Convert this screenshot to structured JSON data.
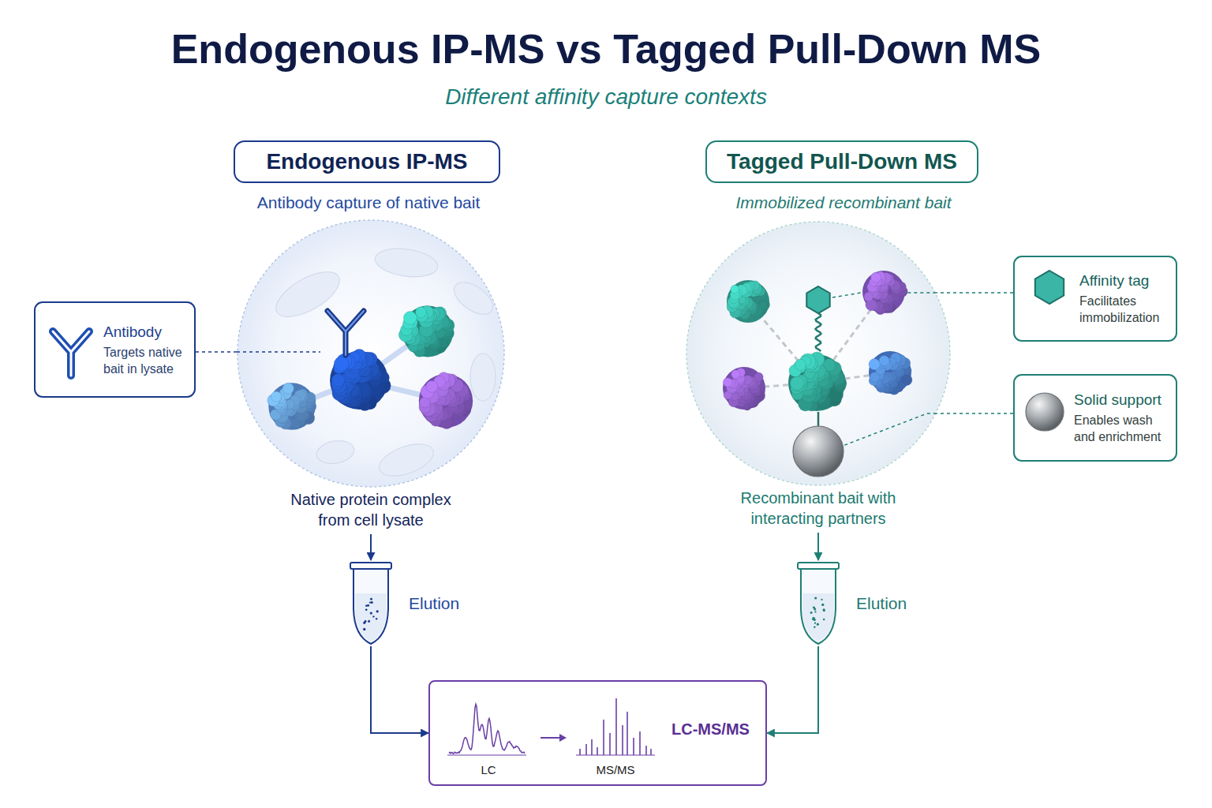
{
  "diagram": {
    "title": "Endogenous IP-MS vs Tagged Pull-Down MS",
    "nodes": [
      {
        "text": [
          "Endogenous IP-MS",
          "Antibody capture of native bait"
        ]
      },
      {
        "text": [
          "Tagged Pull-Down MS",
          "Immobilized recombinant bait"
        ]
      },
      {
        "text": [
          "Antibody",
          "Targets native bait in lysate"
        ]
      },
      {
        "text": [
          "Native protein complex from cell lysate"
        ]
      },
      {
        "text": [
          "Recombinant bait with interacting partners"
        ]
      },
      {
        "text": [
          "Affinity tag",
          "Facilitates immobilization"
        ]
      },
      {
        "text": [
          "Solid support",
          "Enables wash and enrichment"
        ]
      },
      {
        "text": [
          "Elution"
        ]
      },
      {
        "text": [
          "Elution"
        ]
      },
      {
        "text": [
          "LC",
          "MS/MS",
          "LC-MS/MS"
        ]
      }
    ],
    "edges": [
      {
        "from": 3,
        "to": 7,
        "arrow": "to"
      },
      {
        "from": 4,
        "to": 8,
        "arrow": "to"
      },
      {
        "from": 7,
        "to": 9,
        "arrow": "to"
      },
      {
        "from": 8,
        "to": 9,
        "arrow": "to"
      },
      {
        "from": 2,
        "to": 3,
        "arrow": "none"
      },
      {
        "from": 5,
        "to": 4,
        "arrow": "none"
      },
      {
        "from": 6,
        "to": 4,
        "arrow": "none"
      }
    ],
    "labels": [
      "Different affinity capture contexts"
    ]
  }
}
